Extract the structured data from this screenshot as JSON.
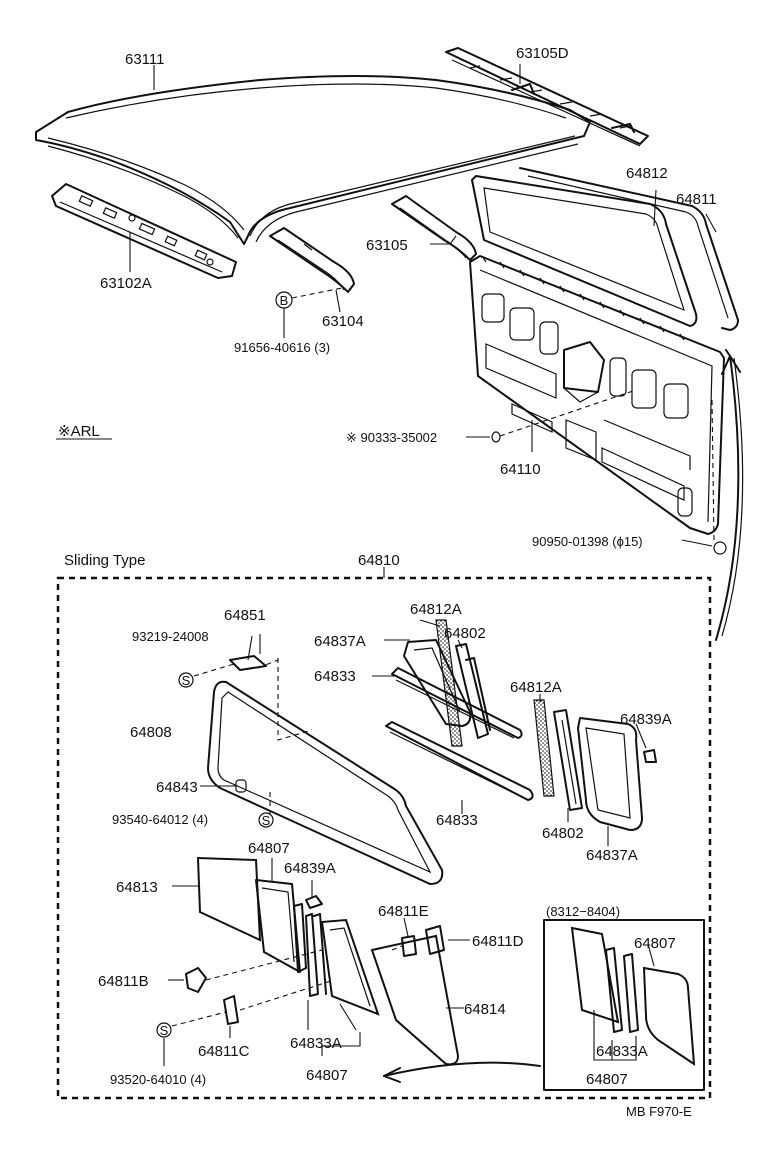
{
  "diagram": {
    "drawing_code": "MB F970-E",
    "legend_arl": "※ARL",
    "sliding_section_title": "Sliding Type",
    "sliding_assy_part": "64810",
    "date_range": "(8312−8404)",
    "bolt_symbol": "B",
    "screw_symbol": "S",
    "labels": {
      "p63111": "63111",
      "p63105D": "63105D",
      "p63102A": "63102A",
      "p63104": "63104",
      "p63105": "63105",
      "p91656": "91656-40616 (3)",
      "p64812": "64812",
      "p64811": "64811",
      "p90333": "※ 90333-35002",
      "p64110": "64110",
      "p90950": "90950-01398 (ϕ15)",
      "p64851": "64851",
      "p93219": "93219-24008",
      "p64808": "64808",
      "p64843": "64843",
      "p93540": "93540-64012 (4)",
      "p64837A_top": "64837A",
      "p64833_a": "64833",
      "p64812A_top": "64812A",
      "p64802_top": "64802",
      "p64833_b": "64833",
      "p64812A_mid": "64812A",
      "p64839A_right": "64839A",
      "p64802_mid": "64802",
      "p64837A_mid": "64837A",
      "p64807_a": "64807",
      "p64839A_left": "64839A",
      "p64813": "64813",
      "p64811E": "64811E",
      "p64811D": "64811D",
      "p64811B": "64811B",
      "p64814": "64814",
      "p64811C": "64811C",
      "p64833A_a": "64833A",
      "p64807_b": "64807",
      "p93520": "93520-64010 (4)",
      "p64807_c": "64807",
      "p64833A_b": "64833A",
      "p64807_d": "64807"
    }
  }
}
